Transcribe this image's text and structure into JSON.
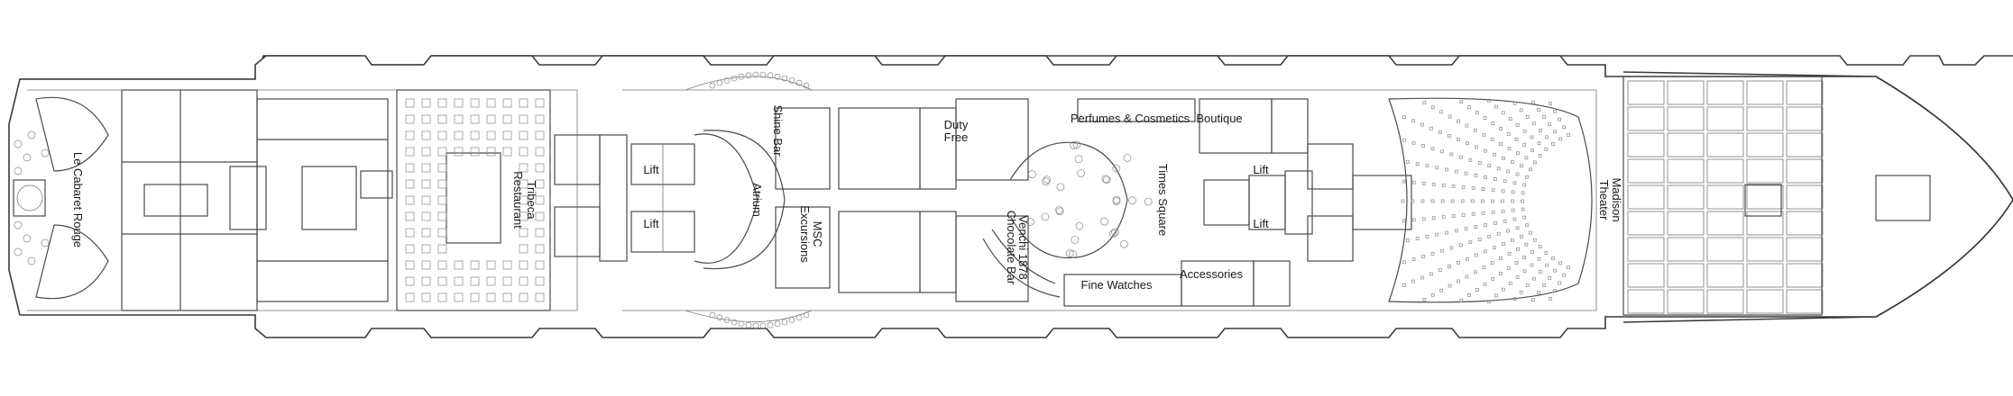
{
  "deck_labels": {
    "le_cabaret_rouge": "Le Cabaret Rouge",
    "tribeca_restaurant_1": "Tribeca",
    "tribeca_restaurant_2": "Restaurant",
    "lift_1": "Lift",
    "lift_2": "Lift",
    "atrium": "Atrium",
    "shine_bar": "Shine Bar",
    "msc_excursions_1": "MSC",
    "msc_excursions_2": "Excursions",
    "duty_free_1": "Duty",
    "duty_free_2": "Free",
    "perfumes_cosmetics": "Perfumes & Cosmetics",
    "venchi_1": "Venchi 1878",
    "venchi_2": "Chocolate Bar",
    "boutique": "Boutique",
    "times_square": "Times Square",
    "fine_watches": "Fine Watches",
    "accessories": "Accessories",
    "lift_3": "Lift",
    "lift_4": "Lift",
    "madison_theater_1": "Madison",
    "madison_theater_2": "Theater"
  }
}
